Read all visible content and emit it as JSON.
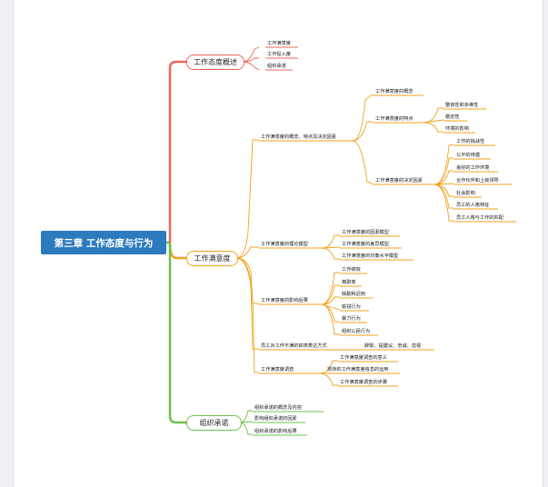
{
  "root": "第三章  工作态度与行为",
  "branches": {
    "overview": {
      "title": "工作态度概述",
      "items": [
        "工作满意度",
        "工作投入度",
        "组织承诺"
      ]
    },
    "satisfaction": {
      "title": "工作满意度",
      "concept": {
        "title": "工作满意度的概念、特点及决定因素",
        "definition": "工作满意度的概念",
        "traits": {
          "title": "工作满意度的特点",
          "items": [
            "整体性和多维性",
            "稳定性",
            "环境的影响"
          ]
        },
        "factors": {
          "title": "工作满意度的决定因素",
          "items": [
            "工作的挑战性",
            "公平的待遇",
            "良好的工作环境",
            "合作伙伴和上级领导",
            "社会影响",
            "员工的人格特征",
            "员工人格与工作的匹配"
          ]
        }
      },
      "theory": {
        "title": "工作满意度的理论模型",
        "items": [
          "工作满意度的因素模型",
          "工作满意度的差异模型",
          "工作满意度的均衡水平模型"
        ]
      },
      "effects": {
        "title": "工作满意度的影响后果",
        "items": [
          "工作绩效",
          "离职率",
          "缺勤和迟到",
          "偷窃行为",
          "暴力行为",
          "组织公民行为"
        ]
      },
      "dissatisfaction": {
        "title": "员工对工作不满的四类表达方式",
        "value": "辞职、提建议、忠诚、忽视"
      },
      "survey": {
        "title": "工作满意度调查",
        "items": [
          "工作满意度调查的意义",
          "现存的工作满意度信息的运用",
          "工作满意度调查的步骤"
        ]
      }
    },
    "commitment": {
      "title": "组织承诺",
      "items": [
        "组织承诺的概念及内容",
        "影响组织承诺的因素",
        "组织承诺的影响后果"
      ]
    }
  },
  "colors": {
    "root": "#2d7bbf",
    "overview": "#e8675b",
    "satisfaction": "#f0a21c",
    "commitment": "#6cc04a"
  }
}
